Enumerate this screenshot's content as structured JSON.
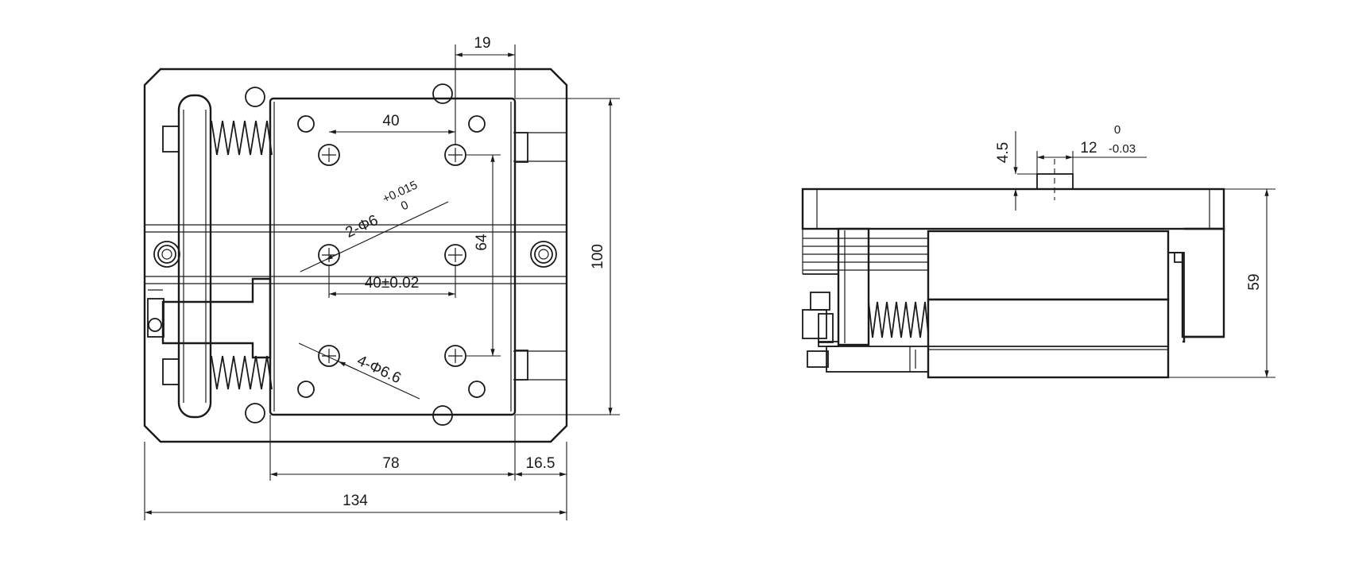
{
  "front_view": {
    "dim_top_offset": "19",
    "dim_hole_spacing_top": "40",
    "dim_hole_spacing_bottom": "40±0.02",
    "dim_vertical_spacing": "64",
    "dim_height": "100",
    "dim_plate_width": "78",
    "dim_right_offset": "16.5",
    "dim_total_width": "134",
    "note_pin_holes": "2-Φ6",
    "note_pin_tol_upper": "+0.015",
    "note_pin_tol_lower": "0",
    "note_mount_holes": "4-Φ6.6"
  },
  "side_view": {
    "dim_key_height": "4.5",
    "dim_key_width": "12",
    "dim_key_tol_upper": "0",
    "dim_key_tol_lower": "-0.03",
    "dim_total_height": "59"
  }
}
